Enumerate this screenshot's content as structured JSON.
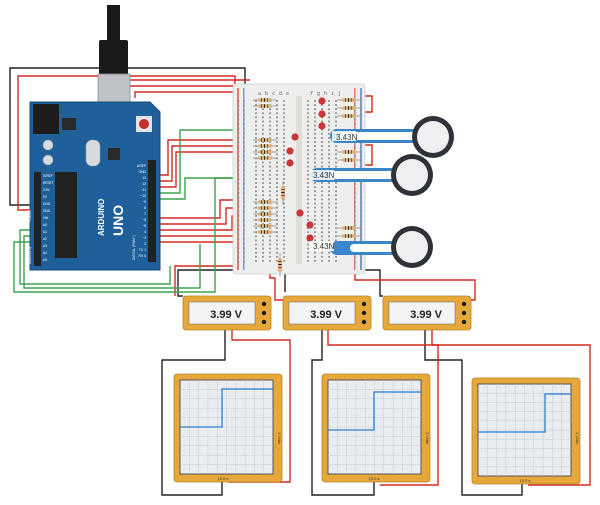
{
  "arduino": {
    "logo": "ARDUINO",
    "model": "UNO",
    "pin_labels_right": [
      "AREF",
      "GND",
      "13",
      "12",
      "~11",
      "~10",
      "~9",
      "8",
      "7",
      "~6",
      "~5",
      "4",
      "~3",
      "2",
      "TX 1",
      "RX 0"
    ],
    "section_digital": "DIGITAL (PWM~)",
    "pin_labels_left": [
      "IOREF",
      "RESET",
      "3.3V",
      "5V",
      "GND",
      "GND",
      "VIN",
      "A0",
      "A1",
      "A2",
      "A3",
      "A4",
      "A5"
    ],
    "section_power": "POWER",
    "section_analog": "ANALOG IN"
  },
  "breadboard": {
    "column_letters_left": [
      "a",
      "b",
      "c",
      "d",
      "e"
    ],
    "column_letters_right": [
      "f",
      "g",
      "h",
      "i",
      "j"
    ]
  },
  "force_sensors": [
    {
      "label": "3.43N"
    },
    {
      "label": "3.43N"
    },
    {
      "label": "3.43N"
    }
  ],
  "multimeters": [
    {
      "reading": "3.99 V"
    },
    {
      "reading": "3.99 V"
    },
    {
      "reading": "3.99 V"
    }
  ],
  "oscilloscopes": [
    {
      "time_label": "10.0 s",
      "volt_label": "1 V/div"
    },
    {
      "time_label": "10.0 s",
      "volt_label": "1 V/div"
    },
    {
      "time_label": "10.0 s",
      "volt_label": "1 V/div"
    }
  ],
  "colors": {
    "arduino_blue": "#1f5f9a",
    "breadboard": "#eeeeec",
    "wire_red": "#d42a20",
    "wire_green": "#3fa34d",
    "wire_black": "#222222",
    "multimeter_body": "#e6a83b",
    "oscilloscope_body": "#e6a83b",
    "trace_blue": "#2e7bd6",
    "led_red": "#c9353a"
  }
}
